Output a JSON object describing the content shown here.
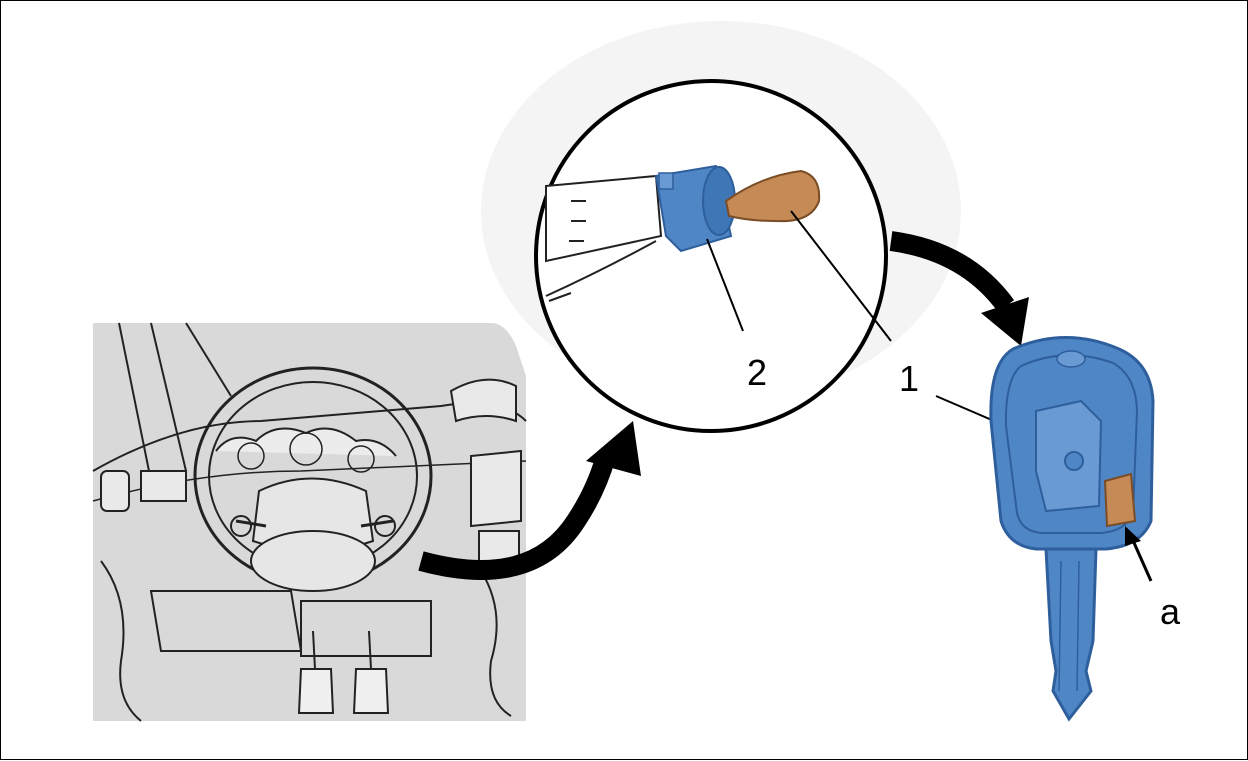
{
  "labels": {
    "cylinder": "2",
    "transponder": "1",
    "key_insert": "a"
  },
  "colors": {
    "key_blue": "#4f86c6",
    "key_blue_dark": "#2e5f9c",
    "transponder_tan": "#c58a55",
    "dash_background": "#d9d9d9",
    "arrow": "#000000"
  }
}
